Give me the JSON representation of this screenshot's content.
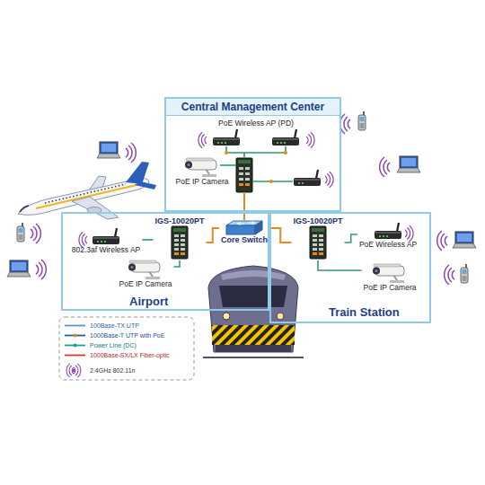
{
  "diagram": {
    "nodes": [
      {
        "text": [
          "Central Management Center"
        ]
      },
      {
        "text": [
          "PoE Wireless AP (PD)"
        ],
        "in": 0
      },
      {
        "text": [
          "PoE IP Camera"
        ],
        "in": 0
      },
      {
        "text": [
          "Airport"
        ]
      },
      {
        "text": [
          "IGS-10020PT"
        ],
        "in": 3
      },
      {
        "text": [
          "802.3af Wireless AP"
        ],
        "in": 3
      },
      {
        "text": [
          "PoE IP Camera"
        ],
        "in": 3
      },
      {
        "text": [
          "Core Switch"
        ]
      },
      {
        "text": [
          "Train Station"
        ]
      },
      {
        "text": [
          "IGS-10020PT"
        ],
        "in": 8
      },
      {
        "text": [
          "PoE Wireless AP"
        ],
        "in": 8
      },
      {
        "text": [
          "PoE IP Camera"
        ],
        "in": 8
      }
    ],
    "edges": [
      {
        "from": 7,
        "to": 4,
        "arrow": "none"
      },
      {
        "from": 7,
        "to": 9,
        "arrow": "none"
      },
      {
        "from": 4,
        "to": 5,
        "arrow": "none"
      },
      {
        "from": 4,
        "to": 6,
        "arrow": "none"
      },
      {
        "from": 9,
        "to": 10,
        "arrow": "none"
      },
      {
        "from": 9,
        "to": 11,
        "arrow": "none"
      }
    ],
    "legend": [
      {
        "text": "100Base-TX UTP"
      },
      {
        "text": "1000Base-T UTP with PoE"
      },
      {
        "text": "Power Line (DC)"
      },
      {
        "text": "1000Base-SX/LX Fiber-optic"
      },
      {
        "text": "2.4GHz 802.11n"
      }
    ]
  }
}
